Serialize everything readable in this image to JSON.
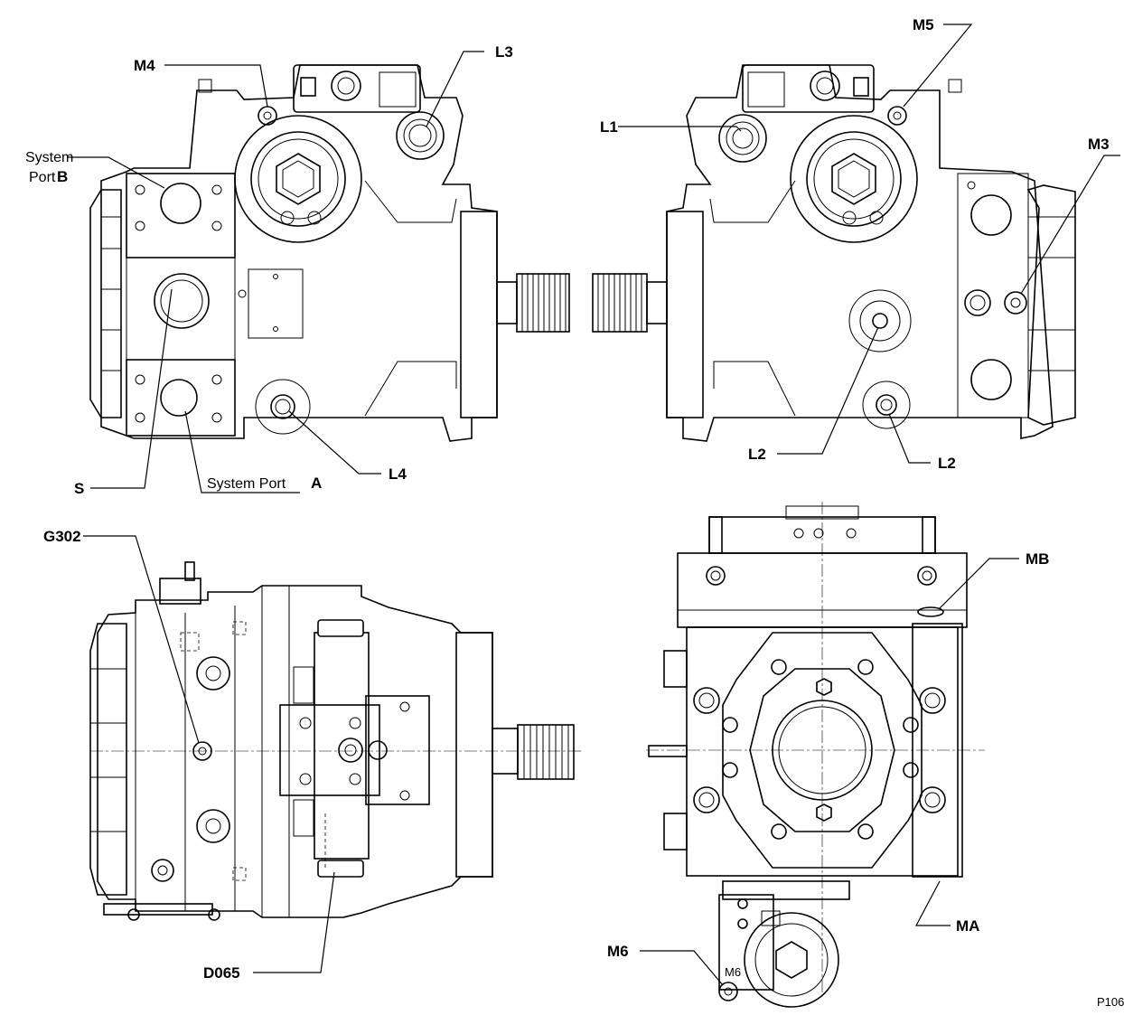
{
  "labels": {
    "m4": "M4",
    "l3": "L3",
    "m5": "M5",
    "l1": "L1",
    "m3": "M3",
    "system_port_b_line1": "System",
    "system_port_b_line2": "Port",
    "system_port_b_letter": "B",
    "s": "S",
    "system_port_a": "System Port",
    "system_port_a_letter": "A",
    "l4": "L4",
    "l2_left": "L2",
    "l2_right": "L2",
    "g302": "G302",
    "d065": "D065",
    "mb": "MB",
    "ma": "MA",
    "m6": "M6",
    "m6_stamp": "M6",
    "figure_id": "P106"
  },
  "colors": {
    "line": "#000000",
    "background": "#ffffff"
  }
}
